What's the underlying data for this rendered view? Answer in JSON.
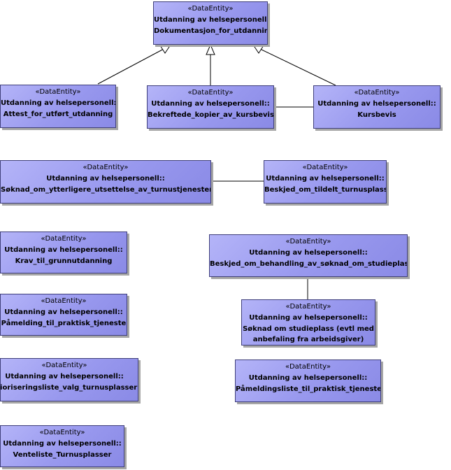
{
  "diagram": {
    "entities": [
      {
        "stereotype": "«DataEntity»",
        "package": "Utdanning av helsepersonell::",
        "name": "Dokumentasjon_for_utdanning"
      },
      {
        "stereotype": "«DataEntity»",
        "package": "Utdanning av helsepersonell::",
        "name": "Attest_for_utført_utdanning"
      },
      {
        "stereotype": "«DataEntity»",
        "package": "Utdanning av helsepersonell::",
        "name": "Bekreftede_kopier_av_kursbevis"
      },
      {
        "stereotype": "«DataEntity»",
        "package": "Utdanning av helsepersonell::",
        "name": "Kursbevis"
      },
      {
        "stereotype": "«DataEntity»",
        "package": "Utdanning av helsepersonell::",
        "name": "Søknad_om_ytterligere_utsettelse_av_turnustjenesten"
      },
      {
        "stereotype": "«DataEntity»",
        "package": "Utdanning av helsepersonell::",
        "name": "Beskjed_om_tildelt_turnusplass"
      },
      {
        "stereotype": "«DataEntity»",
        "package": "Utdanning av helsepersonell::",
        "name": "Krav_til_grunnutdanning"
      },
      {
        "stereotype": "«DataEntity»",
        "package": "Utdanning av helsepersonell::",
        "name": "Beskjed_om_behandling_av_søknad_om_studieplass"
      },
      {
        "stereotype": "«DataEntity»",
        "package": "Utdanning av helsepersonell::",
        "name": "Påmelding_til_praktisk_tjeneste"
      },
      {
        "stereotype": "«DataEntity»",
        "package": "Utdanning av helsepersonell::",
        "name": "Søknad om studieplass (evtl med anbefaling fra arbeidsgiver)"
      },
      {
        "stereotype": "«DataEntity»",
        "package": "Utdanning av helsepersonell::",
        "name": "Prioriseringsliste_valg_turnusplasser"
      },
      {
        "stereotype": "«DataEntity»",
        "package": "Utdanning av helsepersonell::",
        "name": "Påmeldingsliste_til_praktisk_tjeneste"
      },
      {
        "stereotype": "«DataEntity»",
        "package": "Utdanning av helsepersonell::",
        "name": "Venteliste_Turnusplasser"
      }
    ],
    "relations": [
      {
        "type": "generalization",
        "from": "Attest_for_utført_utdanning",
        "to": "Dokumentasjon_for_utdanning"
      },
      {
        "type": "generalization",
        "from": "Bekreftede_kopier_av_kursbevis",
        "to": "Dokumentasjon_for_utdanning"
      },
      {
        "type": "generalization",
        "from": "Kursbevis",
        "to": "Dokumentasjon_for_utdanning"
      },
      {
        "type": "association",
        "from": "Bekreftede_kopier_av_kursbevis",
        "to": "Kursbevis"
      },
      {
        "type": "association",
        "from": "Søknad_om_ytterligere_utsettelse_av_turnustjenesten",
        "to": "Beskjed_om_tildelt_turnusplass"
      },
      {
        "type": "association",
        "from": "Beskjed_om_behandling_av_søknad_om_studieplass",
        "to": "Søknad om studieplass (evtl med anbefaling fra arbeidsgiver)"
      }
    ]
  }
}
